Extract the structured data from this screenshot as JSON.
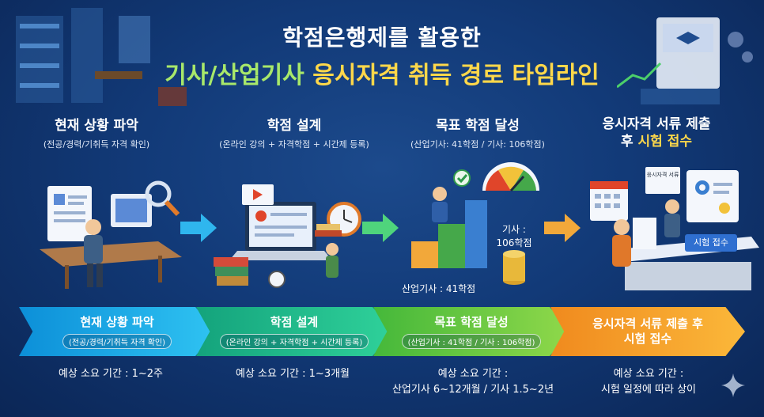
{
  "header": {
    "title_line1": "학점은행제를 활용한",
    "title_line2_part1": "기사/산업기사",
    "title_line2_part2": "응시자격 취득 경로 타임라인"
  },
  "steps": [
    {
      "heading": "현재 상황 파악",
      "sub": "(전공/경력/기취득 자격 확인)",
      "chevron_title": "현재 상황 파악",
      "chevron_sub": "(전공/경력/기취득 자격 확인)",
      "duration_line1": "예상 소요 기간 : 1~2주",
      "duration_line2": ""
    },
    {
      "heading": "학점 설계",
      "sub": "(온라인 강의 + 자격학점 + 시간제 등록)",
      "chevron_title": "학점 설계",
      "chevron_sub": "(온라인 강의 + 자격학점 + 시간제 등록)",
      "duration_line1": "예상 소요 기간 : 1~3개월",
      "duration_line2": ""
    },
    {
      "heading": "목표 학점 달성",
      "sub": "(산업기사: 41학점 / 기사: 106학점)",
      "chevron_title": "목표 학점 달성",
      "chevron_sub": "(산업기사 : 41학점 / 기사 : 106학점)",
      "duration_line1": "예상 소요 기간 :",
      "duration_line2": "산업기사 6~12개월 / 기사 1.5~2년",
      "label_gisa_1": "기사 :",
      "label_gisa_2": "106학점",
      "label_sanup": "산업기사 : 41학점"
    },
    {
      "heading_line1": "응시자격 서류 제출",
      "heading_line2_a": "후",
      "heading_line2_b": "시험 접수",
      "chevron_title_1": "응시자격 서류 제출 후",
      "chevron_title_2": "시험 접수",
      "duration_line1": "예상 소요 기간 :",
      "duration_line2": "시험 일정에 따라 상이",
      "doc_label": "응시자격 서류",
      "exam_button": "시험 접수"
    }
  ],
  "colors": {
    "background": "#123a78",
    "step1": "#1aa8e6",
    "step2": "#1fbf8a",
    "step3": "#6cc842",
    "step4": "#f59a28",
    "highlight_green": "#a8e86a",
    "highlight_yellow": "#ffd84a"
  },
  "icons": [
    "magnifier-icon",
    "laptop-icon",
    "clock-icon",
    "gauge-icon",
    "coin-stack-icon",
    "calendar-icon",
    "gear-icon",
    "certificate-icon",
    "sparkle-icon"
  ]
}
